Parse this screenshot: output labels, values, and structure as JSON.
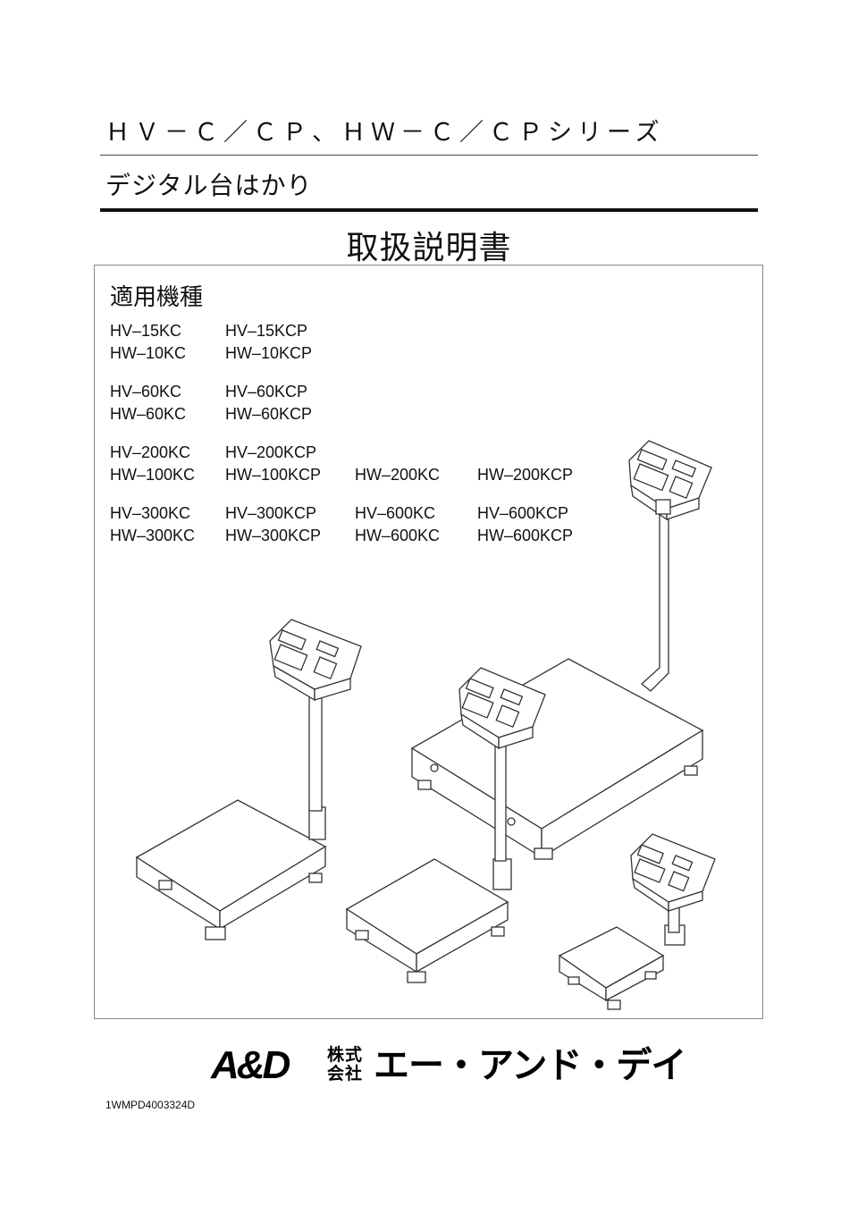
{
  "header": {
    "series": "ＨＶ－Ｃ／ＣＰ、ＨＷ－Ｃ／ＣＰシリーズ",
    "product": "デジタル台はかり",
    "title": "取扱説明書"
  },
  "models": {
    "heading": "適用機種",
    "groups": [
      {
        "rows": [
          [
            "HV–15KC",
            "HV–15KCP"
          ],
          [
            "HW–10KC",
            "HW–10KCP"
          ]
        ]
      },
      {
        "rows": [
          [
            "HV–60KC",
            "HV–60KCP"
          ],
          [
            "HW–60KC",
            "HW–60KCP"
          ]
        ]
      },
      {
        "rows": [
          [
            "HV–200KC",
            "HV–200KCP"
          ],
          [
            "HW–100KC",
            "HW–100KCP",
            "HW–200KC",
            "HW–200KCP"
          ]
        ]
      },
      {
        "rows": [
          [
            "HV–300KC",
            "HV–300KCP",
            "HV–600KC",
            "HV–600KCP"
          ],
          [
            "HW–300KC",
            "HW–300KCP",
            "HW–600KC",
            "HW–600KCP"
          ]
        ]
      }
    ]
  },
  "footer": {
    "logo_mark": "A&D",
    "logo_kabushiki": "株式会社",
    "logo_company": "エー・アンド・デイ",
    "doc_code": "1WMPD4003324D"
  }
}
